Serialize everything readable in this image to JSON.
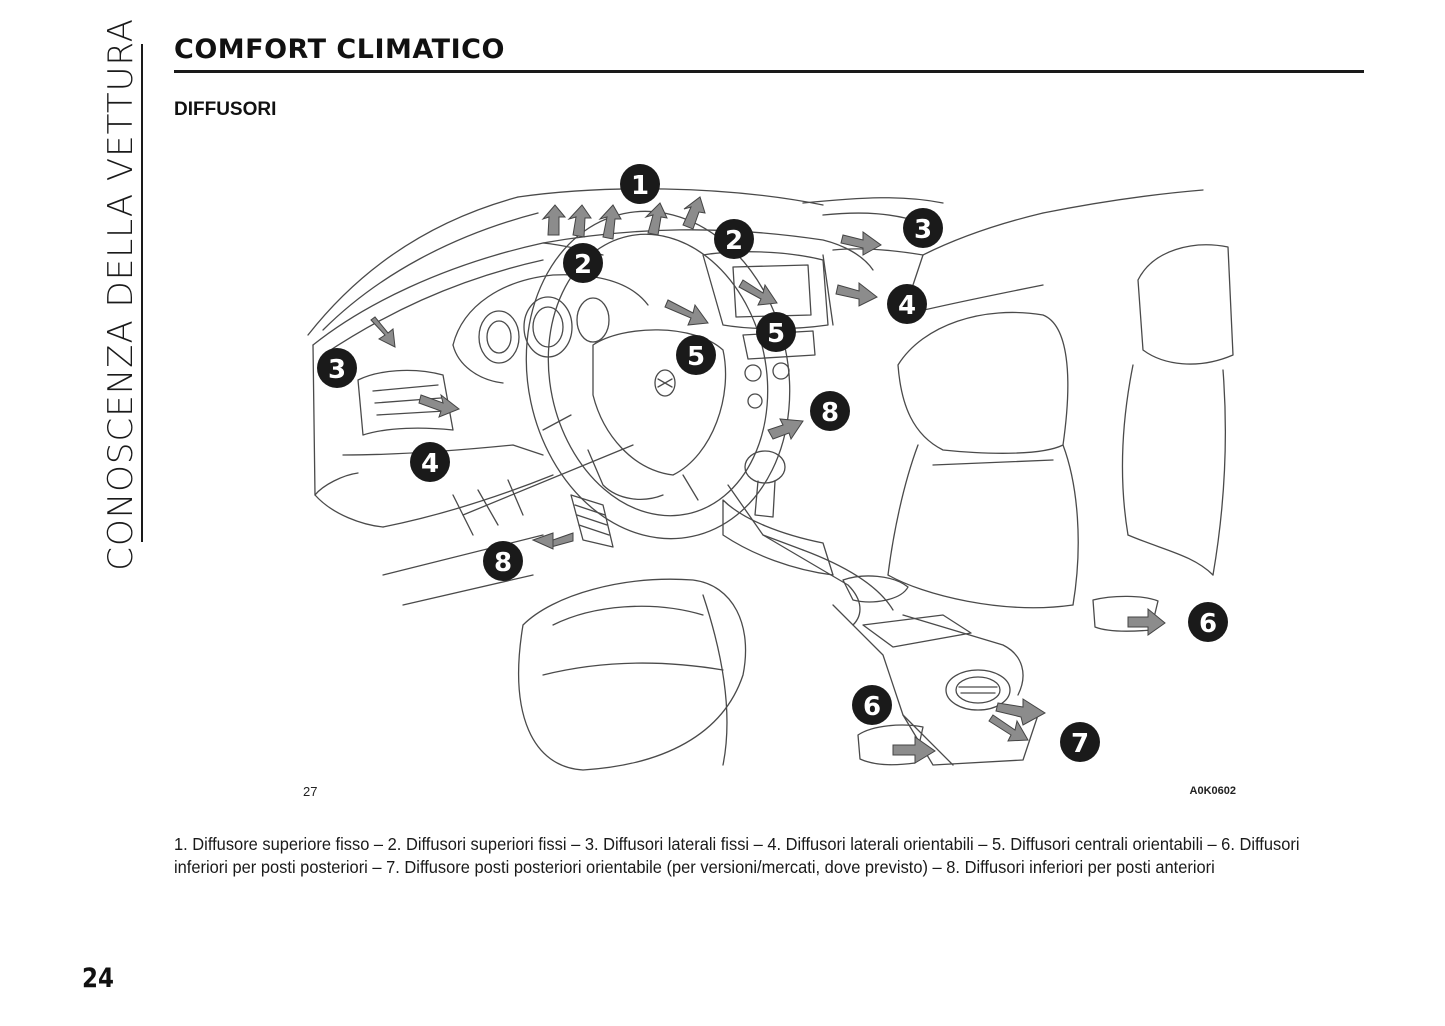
{
  "sidebar": {
    "chapter": "CONOSCENZA DELLA VETTURA"
  },
  "header": {
    "title": "COMFORT CLIMATICO"
  },
  "section": {
    "title": "DIFFUSORI"
  },
  "figure": {
    "number": "27",
    "code": "A0K0602",
    "callouts": {
      "c1": "1",
      "c2a": "2",
      "c2b": "2",
      "c3a": "3",
      "c3b": "3",
      "c4a": "4",
      "c4b": "4",
      "c5a": "5",
      "c5b": "5",
      "c6a": "6",
      "c6b": "6",
      "c7": "7",
      "c8a": "8",
      "c8b": "8"
    },
    "colors": {
      "line": "#4a4a4a",
      "arrow": "#777777",
      "badge": "#1a1a1a"
    }
  },
  "caption": "1. Diffusore superiore fisso – 2. Diffusori superiori fissi – 3. Diffusori laterali fissi – 4. Diffusori laterali orientabili – 5. Diffusori centrali orientabili – 6. Diffusori inferiori per posti posteriori – 7. Diffusore posti posteriori orientabile (per versioni/mercati, dove previsto) – 8. Diffusori inferiori per posti anteriori",
  "footer": {
    "page_number": "24"
  }
}
